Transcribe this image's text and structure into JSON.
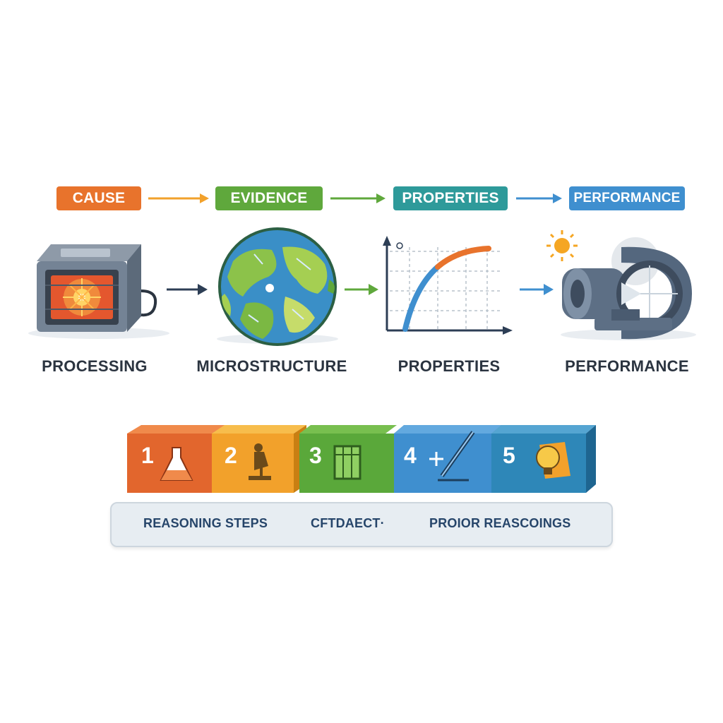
{
  "top_tags": [
    {
      "label": "CAUSE",
      "color": "#e8732c"
    },
    {
      "label": "EVIDENCE",
      "color": "#5fa83c"
    },
    {
      "label": "PROPERTIES",
      "color": "#2e9a9a"
    },
    {
      "label": "PERFORMANCE",
      "color": "#3f8fcf"
    }
  ],
  "stages": [
    {
      "label": "PROCESSING",
      "icon": "furnace-icon"
    },
    {
      "label": "MICROSTRUCTURE",
      "icon": "globe-microstructure-icon"
    },
    {
      "label": "PROPERTIES",
      "icon": "curve-chart-icon"
    },
    {
      "label": "PERFORMANCE",
      "icon": "turbine-engine-icon"
    }
  ],
  "steps": [
    {
      "number": "1",
      "icon": "flask-icon",
      "color": "#e2662d"
    },
    {
      "number": "2",
      "icon": "microscope-icon",
      "color": "#f2a12b"
    },
    {
      "number": "3",
      "icon": "frame-icon",
      "color": "#5aa83a"
    },
    {
      "number": "4",
      "icon": "tool-icon",
      "color": "#3f8fcf"
    },
    {
      "number": "5",
      "icon": "lightbulb-icon",
      "color": "#2e87b8"
    }
  ],
  "banner": {
    "left": "REASONING STEPS",
    "middle": "CFTDAECT·",
    "right": "PROIOR REASCOINGS"
  }
}
